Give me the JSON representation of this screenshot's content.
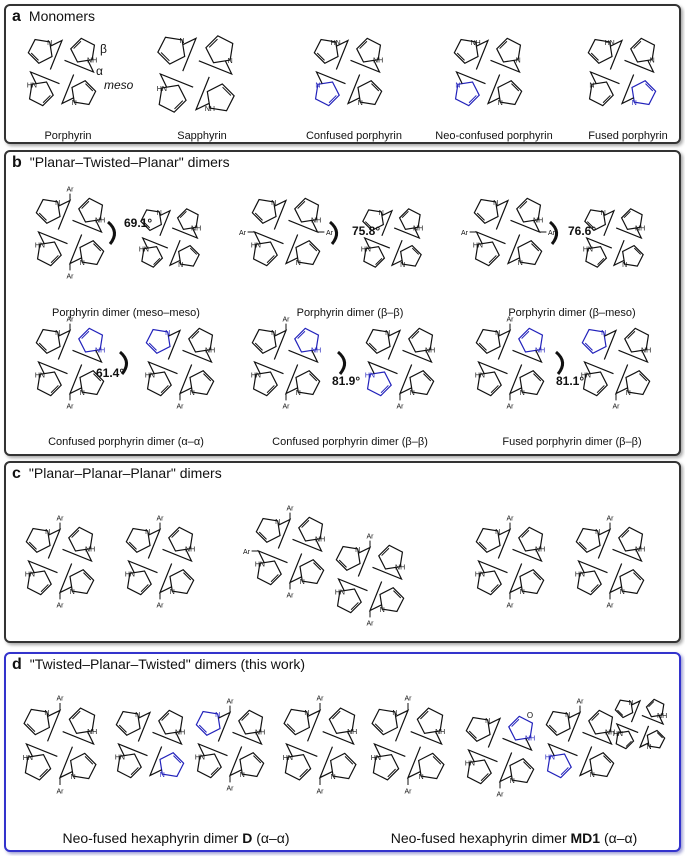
{
  "panels": [
    {
      "letter": "a",
      "title": "Monomers",
      "captions": [
        "Porphyrin",
        "Sapphyrin",
        "Confused porphyrin",
        "Neo-confused porphyrin",
        "Fused porphyrin"
      ],
      "labels": {
        "beta": "β",
        "alpha": "α",
        "meso": "meso"
      }
    },
    {
      "letter": "b",
      "title": "\"Planar–Twisted–Planar\" dimers",
      "captions": [
        "Porphyrin dimer (meso–meso)",
        "Porphyrin dimer (β–β)",
        "Porphyrin dimer (β–meso)",
        "Confused  porphyrin dimer (α–α)",
        "Confused  porphyrin dimer (β–β)",
        "Fused porphyrin dimer (β–β)"
      ],
      "angles": [
        "69.1°",
        "75.8°",
        "76.6°",
        "61.4°",
        "81.9°",
        "81.1°"
      ]
    },
    {
      "letter": "c",
      "title": "\"Planar–Planar–Planar\" dimers"
    },
    {
      "letter": "d",
      "title": "\"Twisted–Planar–Twisted\" dimers (this work)",
      "captions": [
        {
          "pre": "Neo-fused hexaphyrin dimer ",
          "bold": "D",
          "post": " (α–α)"
        },
        {
          "pre": "Neo-fused hexaphyrin dimer ",
          "bold": "MD1",
          "post": " (α–α)"
        }
      ]
    }
  ],
  "atom_labels": {
    "nh": "NH",
    "hn": "HN",
    "n": "N",
    "ar": "Ar",
    "o": "O"
  },
  "colors": {
    "bond": "#111111",
    "highlight": "#2222bb",
    "grey": "#888888",
    "panel_border": "#333333",
    "panel_d_border": "#3333cc"
  }
}
